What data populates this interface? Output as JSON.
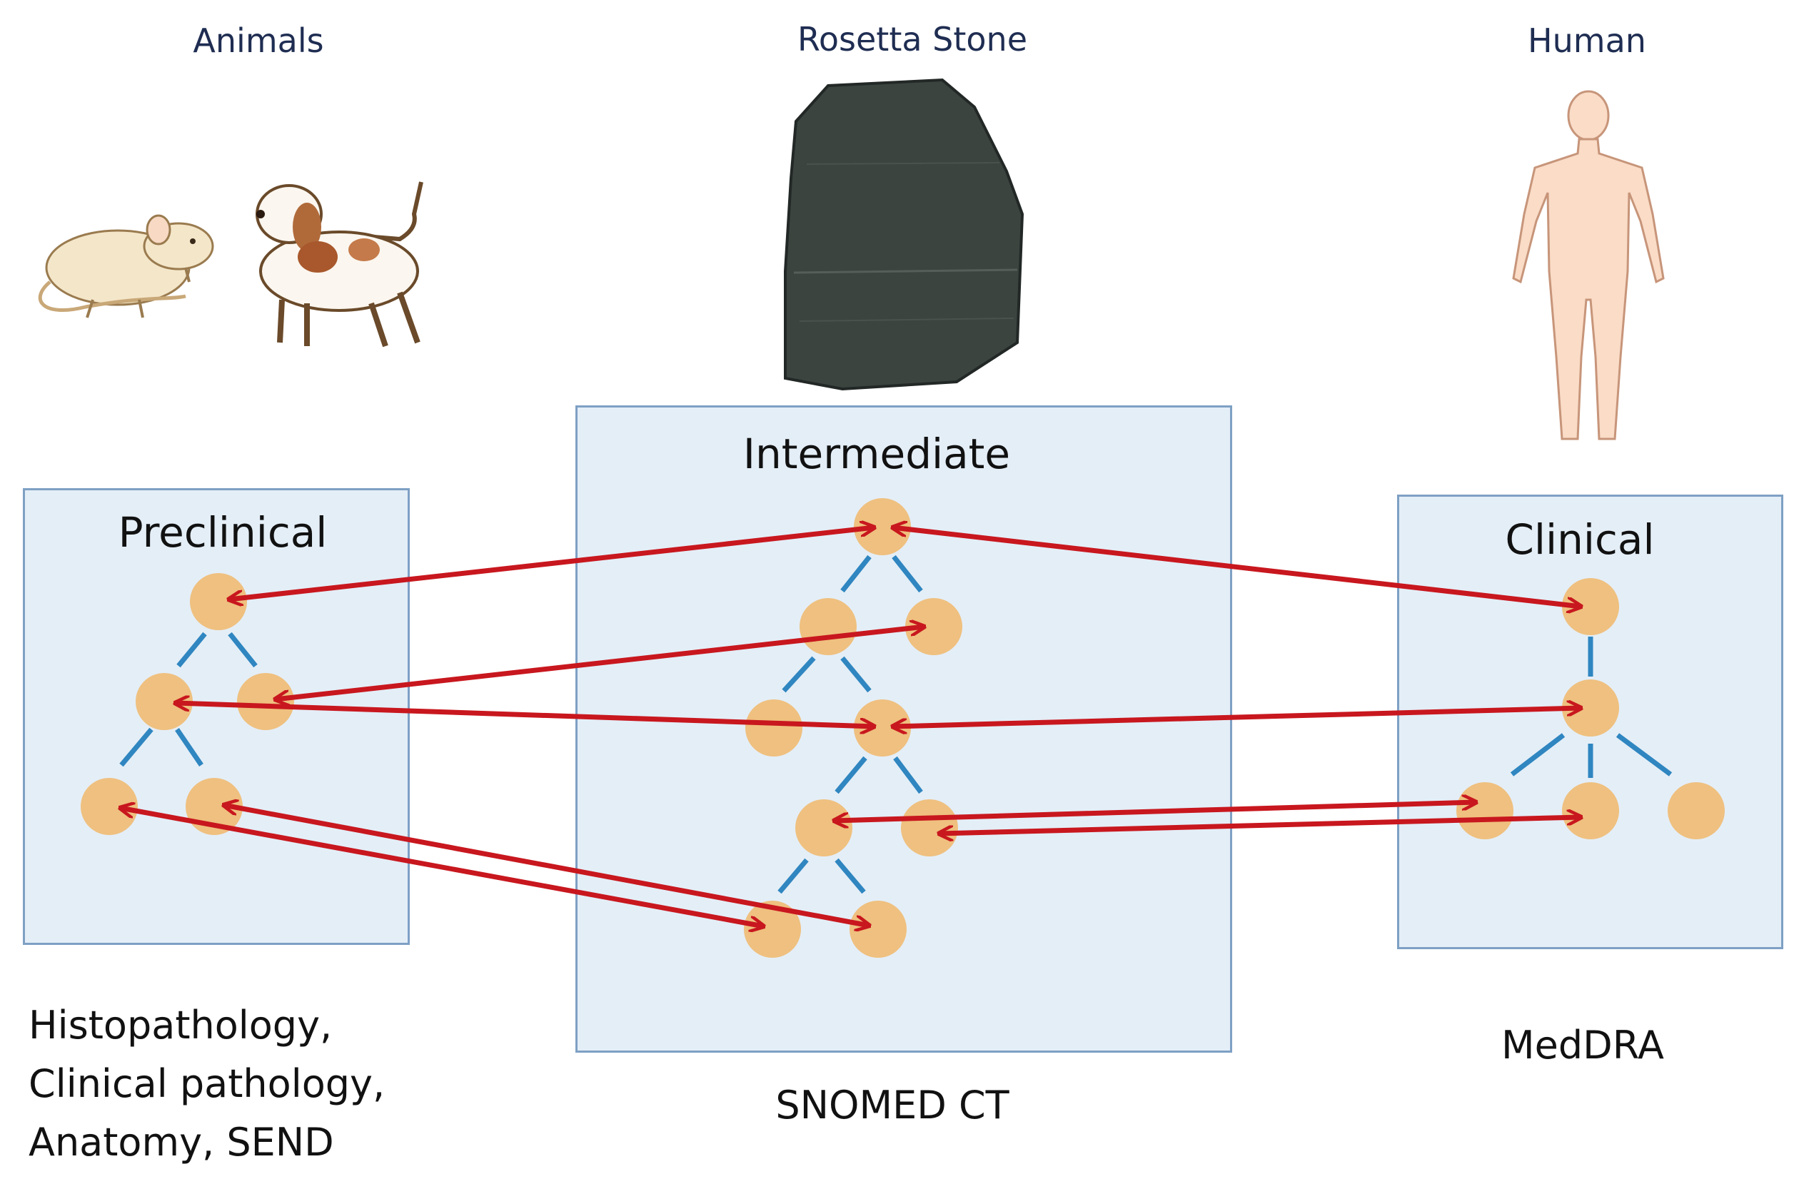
{
  "headers": {
    "animals": "Animals",
    "rosetta": "Rosetta Stone",
    "human": "Human"
  },
  "boxes": {
    "preclinical": "Preclinical",
    "intermediate": "Intermediate",
    "clinical": "Clinical"
  },
  "footers": {
    "preclinical_lines": [
      "Histopathology,",
      "Clinical pathology,",
      "Anatomy, SEND"
    ],
    "intermediate": "SNOMED CT",
    "clinical": "MedDRA"
  },
  "colors": {
    "node": "#efc07f",
    "tree_edge": "#2f86c0",
    "mapping_arrow": "#c8171e",
    "panel_fill": "#e4eef7",
    "panel_border": "#7ea0c4",
    "header_text": "#1f2d52"
  },
  "icons": {
    "animals": [
      "rat-icon",
      "dog-icon"
    ],
    "rosetta": "rosetta-stone-icon",
    "human": "human-figure-icon"
  }
}
